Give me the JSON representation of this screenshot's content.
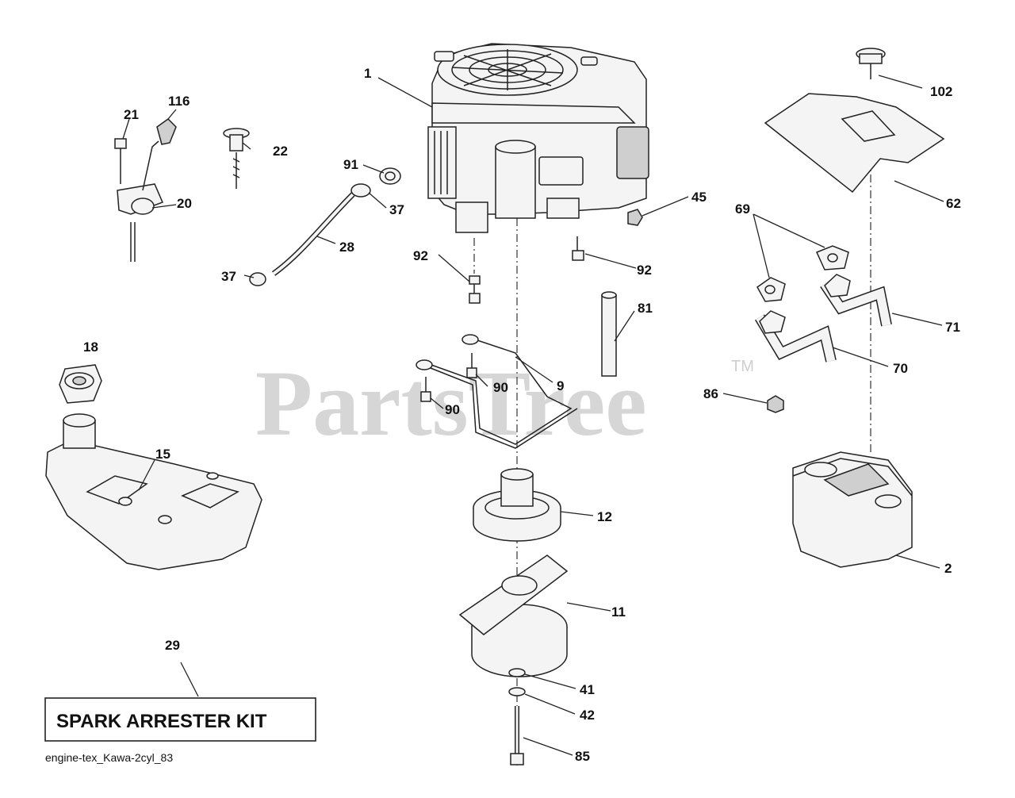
{
  "watermark": {
    "text": "PartsTree",
    "tm": "TM"
  },
  "kit_box": {
    "label": "SPARK ARRESTER KIT",
    "callout": "29"
  },
  "footer": {
    "drawing_id": "engine-tex_Kawa-2cyl_83"
  },
  "callouts": {
    "c1": "1",
    "c116": "116",
    "c21": "21",
    "c22": "22",
    "c20": "20",
    "c91": "91",
    "c37a": "37",
    "c37b": "37",
    "c28": "28",
    "c92a": "92",
    "c92b": "92",
    "c45": "45",
    "c102": "102",
    "c62": "62",
    "c69": "69",
    "c71": "71",
    "c70": "70",
    "c81": "81",
    "c86": "86",
    "c18": "18",
    "c15": "15",
    "c90a": "90",
    "c90b": "90",
    "c9": "9",
    "c12": "12",
    "c11": "11",
    "c2": "2",
    "c41": "41",
    "c42": "42",
    "c85": "85"
  }
}
